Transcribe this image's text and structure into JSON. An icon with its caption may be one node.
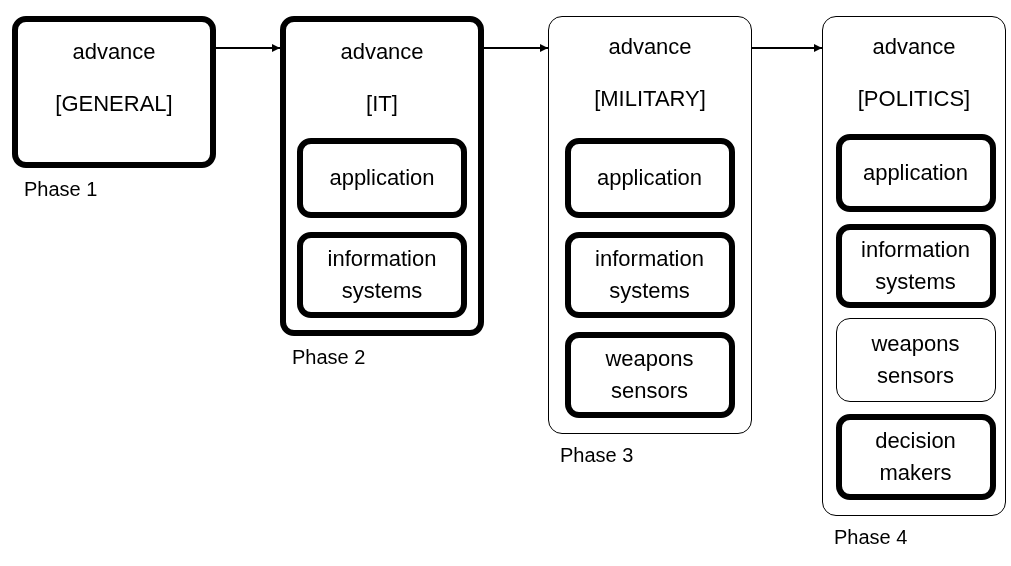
{
  "diagram": {
    "nodes": [
      {
        "text": [
          "advance",
          "[GENERAL]"
        ],
        "beside": [
          "Phase 1"
        ]
      },
      {
        "text": [
          "advance",
          "[IT]"
        ],
        "beside": [
          "Phase 2"
        ]
      },
      {
        "text": [
          "application"
        ],
        "in": 1
      },
      {
        "text": [
          "information systems"
        ],
        "in": 1
      },
      {
        "text": [
          "advance",
          "[MILITARY]"
        ],
        "beside": [
          "Phase 3"
        ]
      },
      {
        "text": [
          "application"
        ],
        "in": 4
      },
      {
        "text": [
          "information systems"
        ],
        "in": 4
      },
      {
        "text": [
          "weapons sensors"
        ],
        "in": 4
      },
      {
        "text": [
          "advance",
          "[POLITICS]"
        ],
        "beside": [
          "Phase 4"
        ]
      },
      {
        "text": [
          "application"
        ],
        "in": 8
      },
      {
        "text": [
          "information systems"
        ],
        "in": 8
      },
      {
        "text": [
          "weapons sensors"
        ],
        "in": 8
      },
      {
        "text": [
          "decision makers"
        ],
        "in": 8
      }
    ],
    "edges": [
      {
        "from": 0,
        "to": 1,
        "arrow": "to"
      },
      {
        "from": 1,
        "to": 4,
        "arrow": "to"
      },
      {
        "from": 4,
        "to": 8,
        "arrow": "to"
      }
    ]
  }
}
